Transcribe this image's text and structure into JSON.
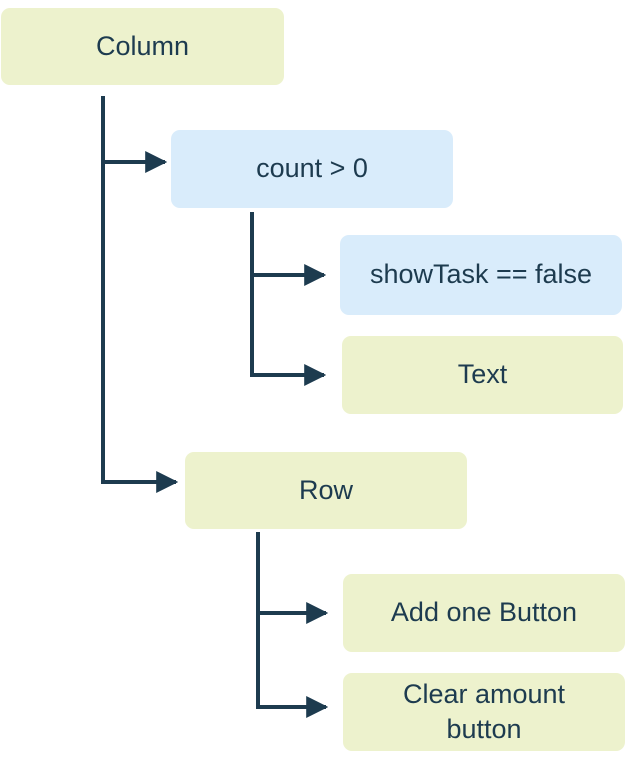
{
  "diagram": {
    "description": "Widget tree diagram",
    "nodes": [
      {
        "id": "column",
        "label": "Column",
        "kind": "widget",
        "color": "green"
      },
      {
        "id": "count-condition",
        "label": "count > 0",
        "kind": "condition",
        "color": "blue"
      },
      {
        "id": "showtask-condition",
        "label": "showTask == false",
        "kind": "condition",
        "color": "blue"
      },
      {
        "id": "text-widget",
        "label": "Text",
        "kind": "widget",
        "color": "green"
      },
      {
        "id": "row",
        "label": "Row",
        "kind": "widget",
        "color": "green"
      },
      {
        "id": "add-one-button",
        "label": "Add one Button",
        "kind": "widget",
        "color": "green"
      },
      {
        "id": "clear-amount-button",
        "label": "Clear amount button",
        "kind": "widget",
        "color": "green"
      }
    ],
    "edges": [
      {
        "from": "column",
        "to": "count-condition"
      },
      {
        "from": "column",
        "to": "row"
      },
      {
        "from": "count-condition",
        "to": "showtask-condition"
      },
      {
        "from": "count-condition",
        "to": "text-widget"
      },
      {
        "from": "row",
        "to": "add-one-button"
      },
      {
        "from": "row",
        "to": "clear-amount-button"
      }
    ]
  },
  "colors": {
    "widget_green": "#edf2cd",
    "condition_blue": "#d9ecfb",
    "ink_navy": "#1d3b4f",
    "background": "#ffffff"
  }
}
